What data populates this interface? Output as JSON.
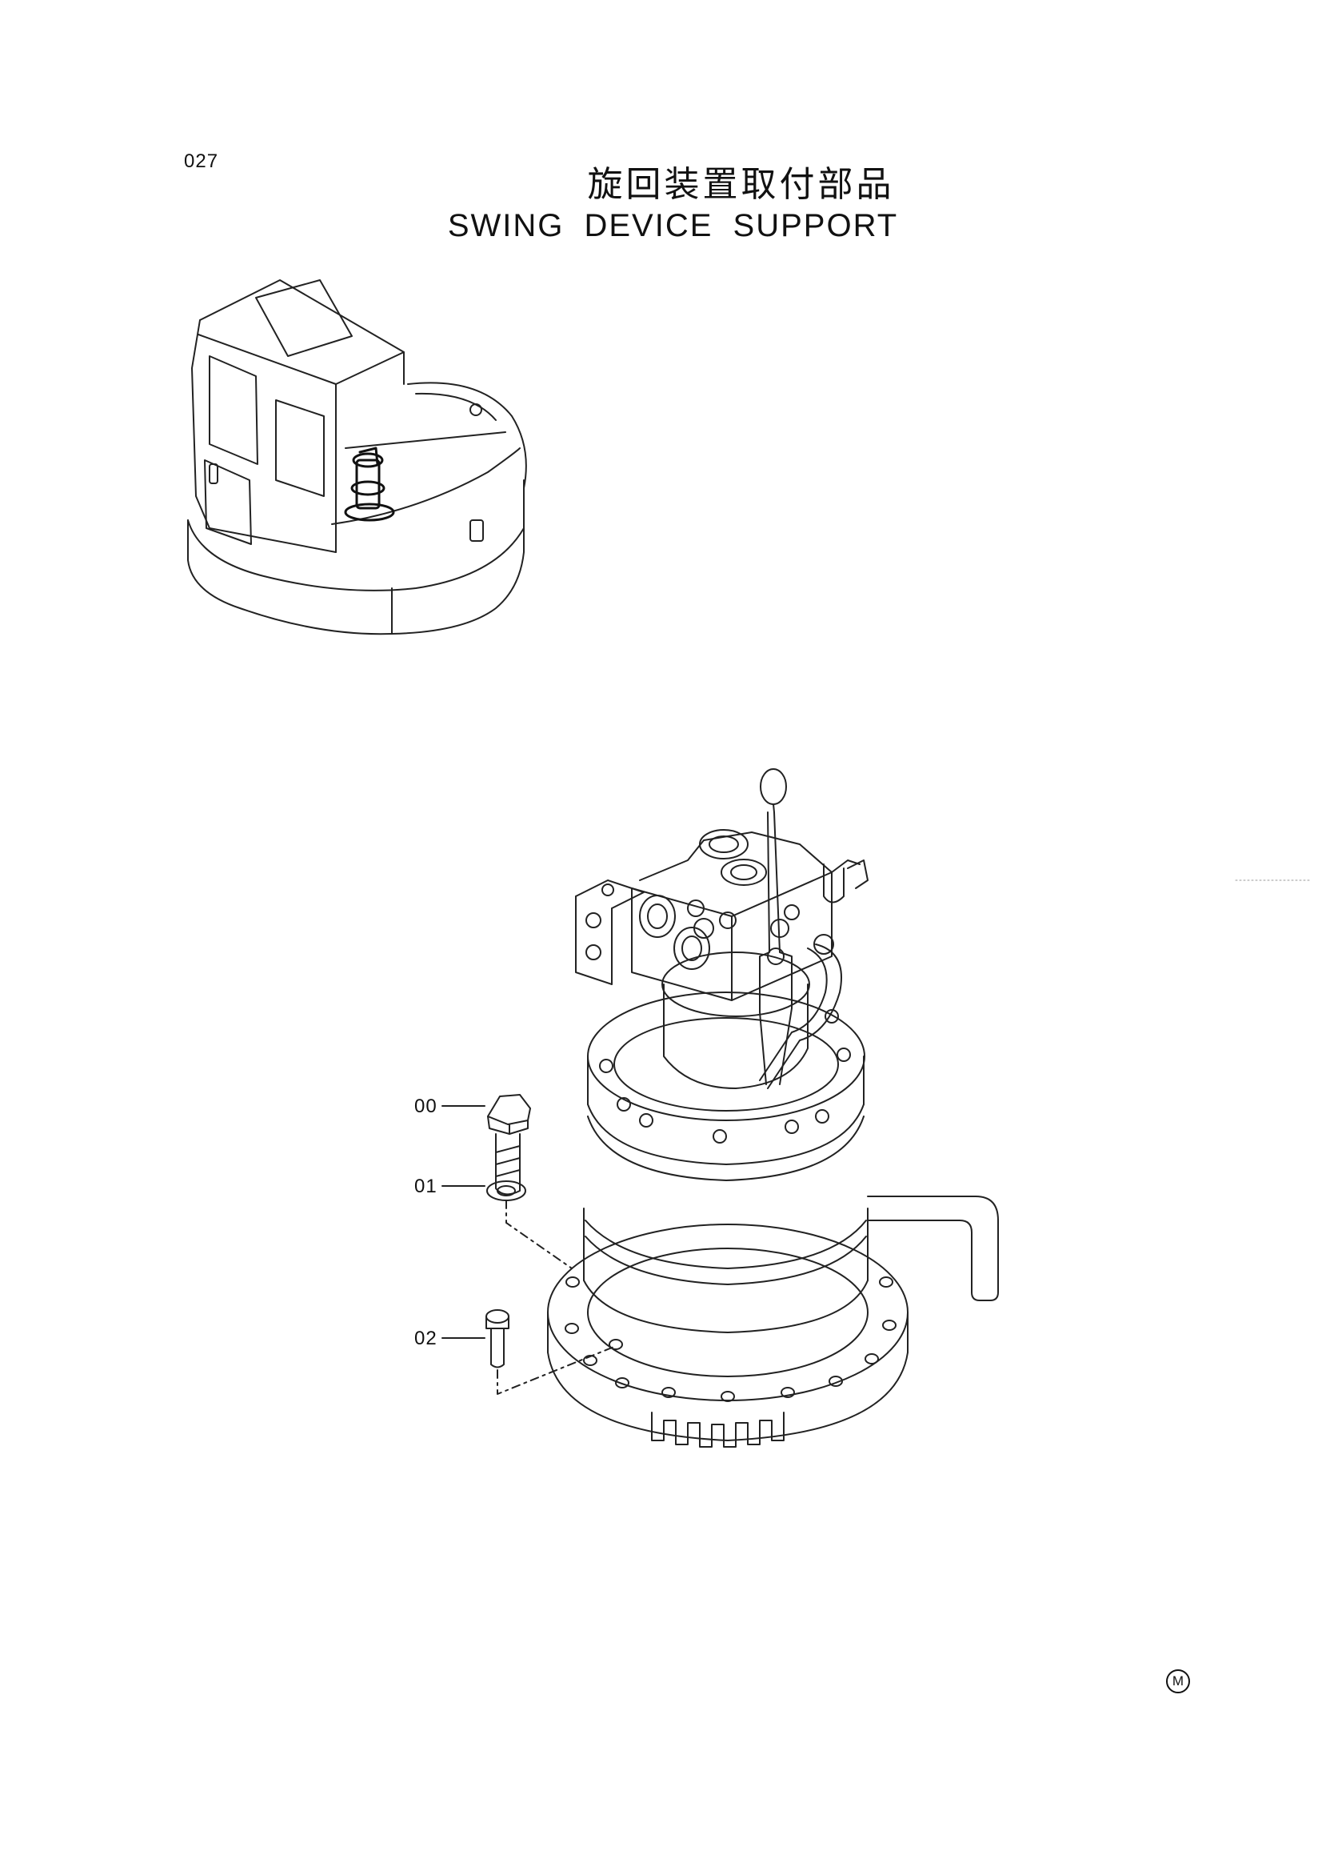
{
  "page_number": "027",
  "title_jp": "旋回装置取付部品",
  "title_en": "SWING DEVICE SUPPORT",
  "callouts": [
    {
      "id": "00",
      "part": "bolt"
    },
    {
      "id": "01",
      "part": "washer"
    },
    {
      "id": "02",
      "part": "pin"
    }
  ],
  "corner_mark": "M"
}
